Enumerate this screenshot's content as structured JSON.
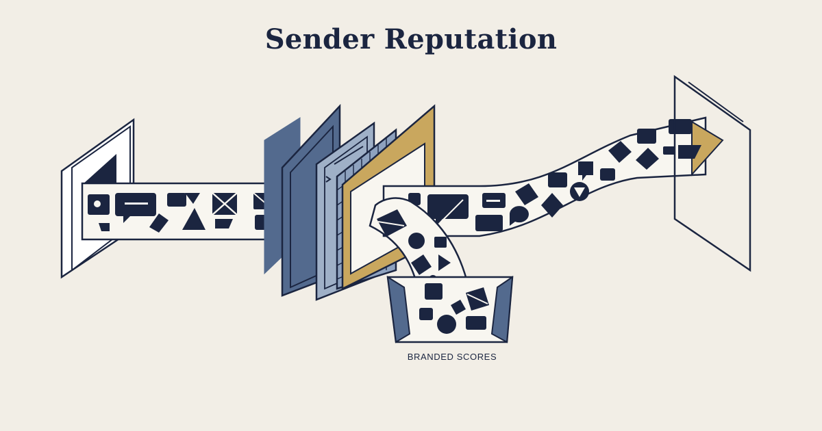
{
  "title": "Sender Reputation",
  "bin_label": "BRANDED SCORES",
  "colors": {
    "background": "#f2eee6",
    "ink": "#1b2540",
    "slate_blue": "#536a8e",
    "light_blue": "#9fb0c7",
    "mustard": "#c9a75e",
    "stream_fill": "#f8f6f0"
  },
  "icons": {
    "stream_items": [
      "message-square-icon",
      "chat-bubble-icon",
      "envelope-icon",
      "triangle-icon",
      "circle-icon",
      "diamond-icon"
    ],
    "filter_layers": [
      "slate-filter-panel",
      "grid-filter-panel",
      "gold-filter-panel"
    ]
  }
}
